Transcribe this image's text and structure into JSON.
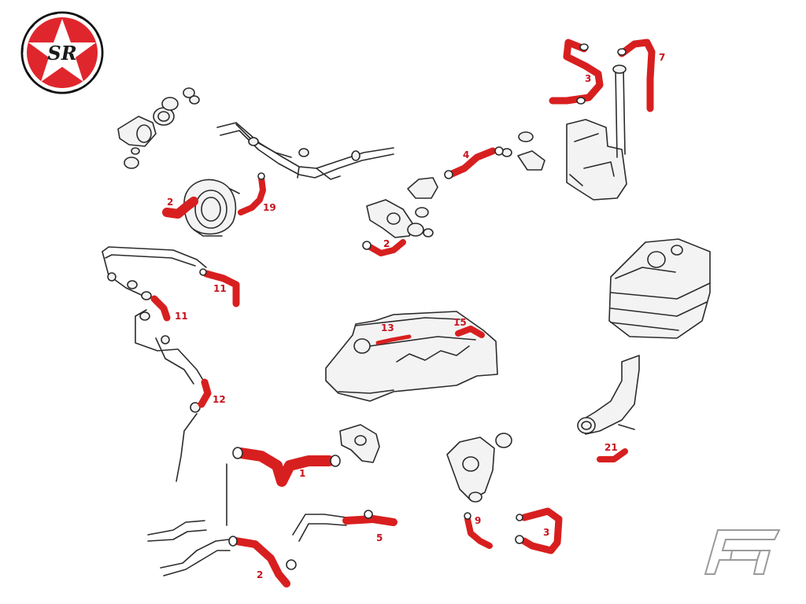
{
  "colors": {
    "hose": "#d81f1f",
    "callout": "#c8141e",
    "sketch": "#2b2b2b",
    "badge_red": "#e0262d",
    "badge_ring": "#111111"
  },
  "logo": {
    "text": "SR"
  },
  "callouts": {
    "c3_top": "3",
    "c7": "7",
    "c2_thermo": "2",
    "c19": "19",
    "c4": "4",
    "c2_housing": "2",
    "c11_a": "11",
    "c11_b": "11",
    "c12": "12",
    "c13": "13",
    "c15": "15",
    "c1": "1",
    "c21": "21",
    "c2_bottom": "2",
    "c5": "5",
    "c9": "9",
    "c3_bottom": "3"
  }
}
